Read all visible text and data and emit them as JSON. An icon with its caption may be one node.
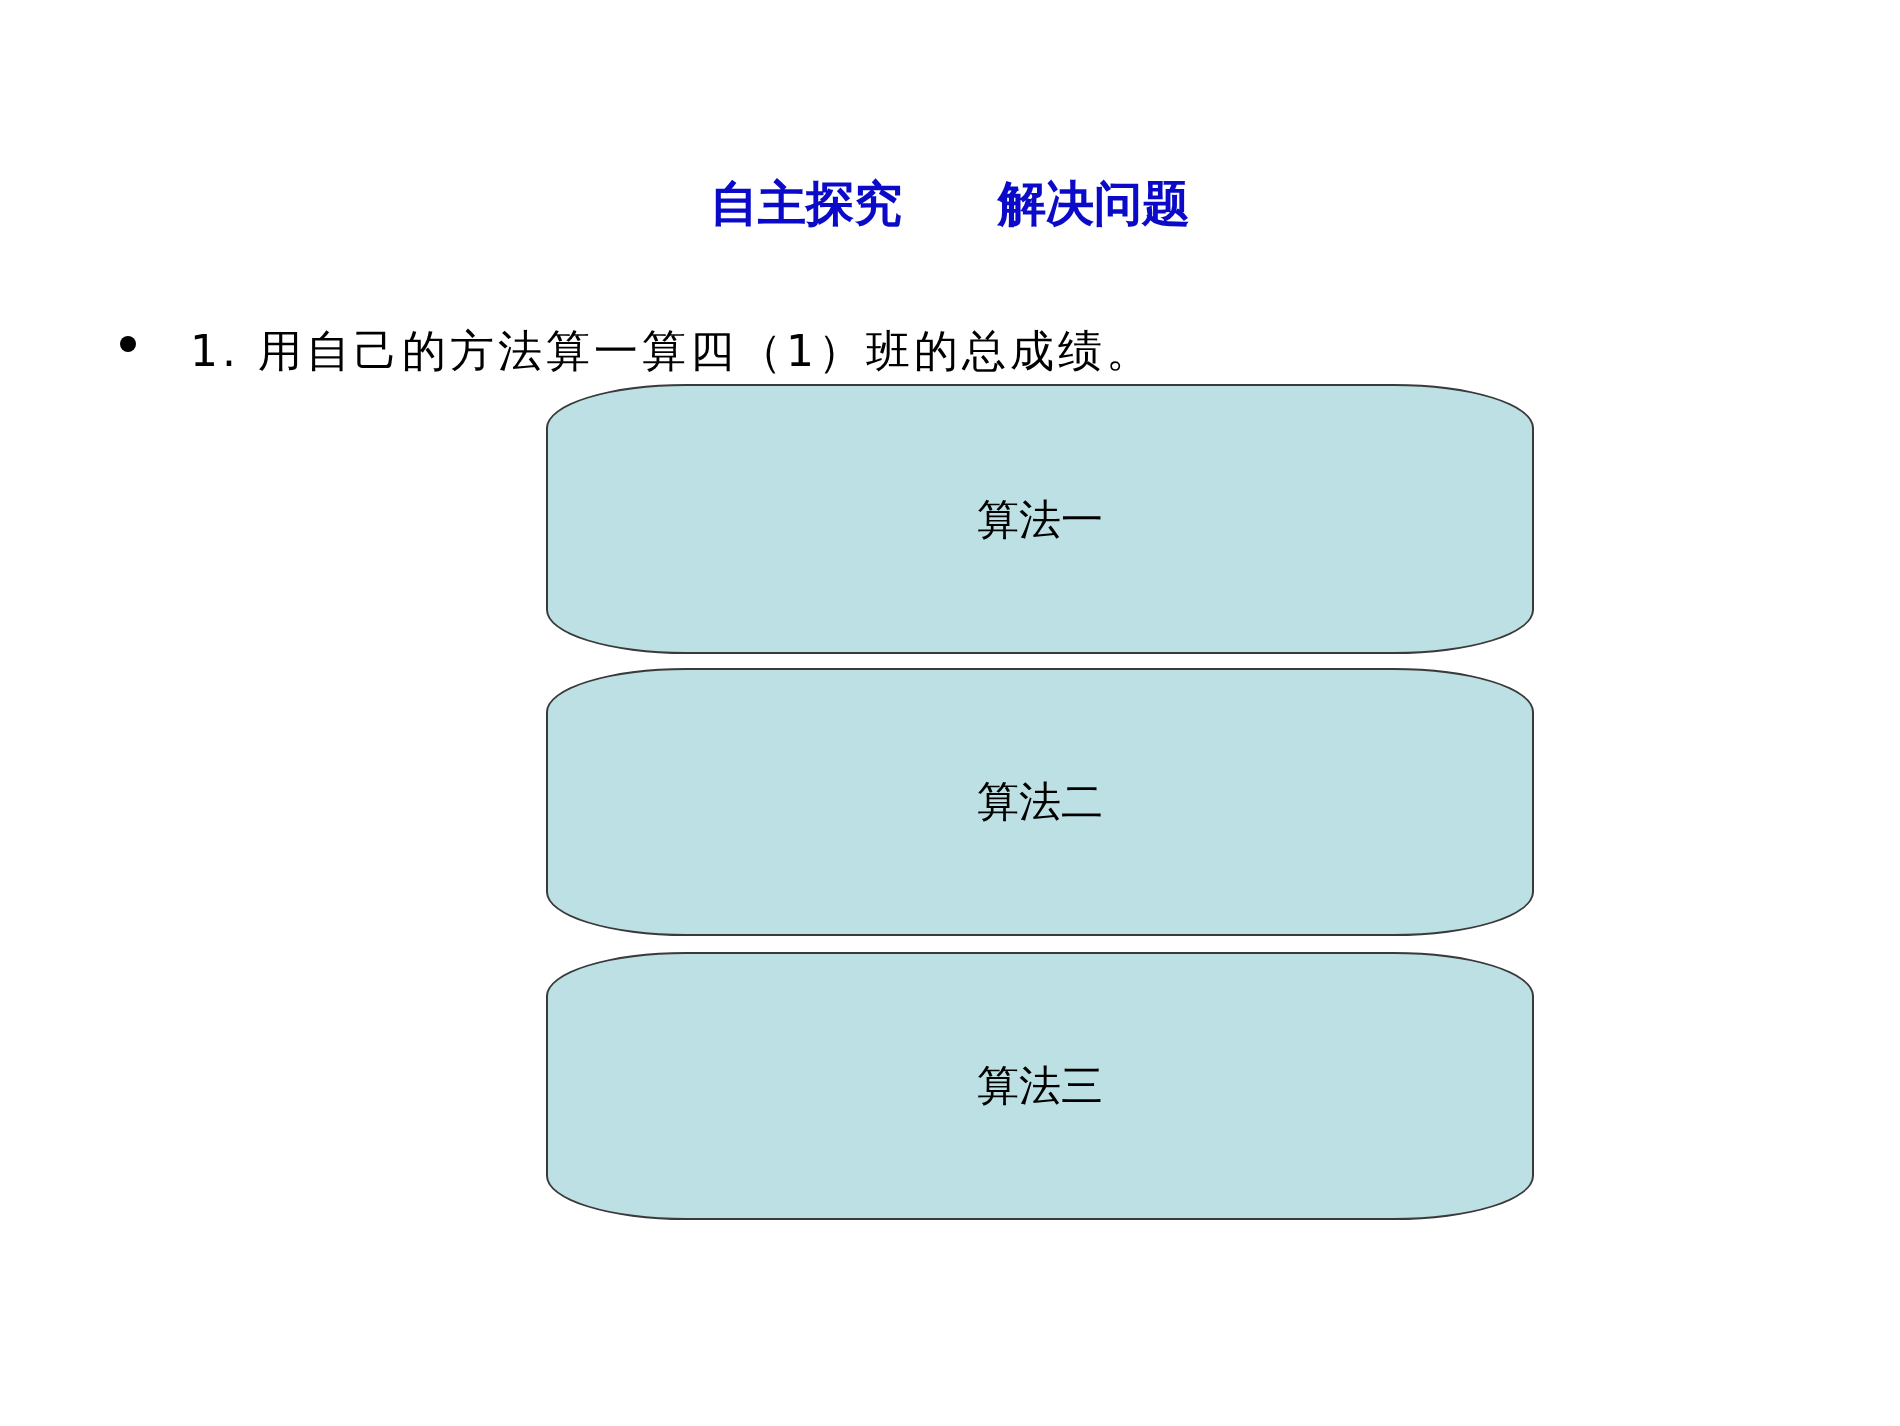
{
  "diagram": {
    "title": "自主探究　　解决问题",
    "nodes": [
      {
        "text": [
          "算法一"
        ]
      },
      {
        "text": [
          "算法二"
        ]
      },
      {
        "text": [
          "算法三"
        ]
      }
    ],
    "labels": [
      "1. 用自己的方法算一算四（1）班的总成绩。"
    ]
  }
}
